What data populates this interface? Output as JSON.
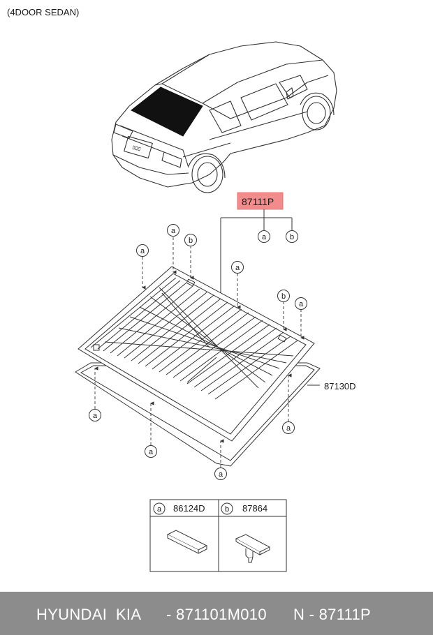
{
  "header_note": "(4DOOR SEDAN)",
  "parts": {
    "glass_assembly": "87111P",
    "molding": "87130D"
  },
  "callouts": {
    "a": "a",
    "b": "b"
  },
  "legend": [
    {
      "key": "a",
      "part": "86124D"
    },
    {
      "key": "b",
      "part": "87864"
    }
  ],
  "colors": {
    "highlight": "#f28b8b",
    "footer_bg": "#8c8c8c"
  },
  "footer": {
    "brand": "HYUNDAI  KIA",
    "part_number": "- 871101M010",
    "ref": "N - 87111P"
  }
}
